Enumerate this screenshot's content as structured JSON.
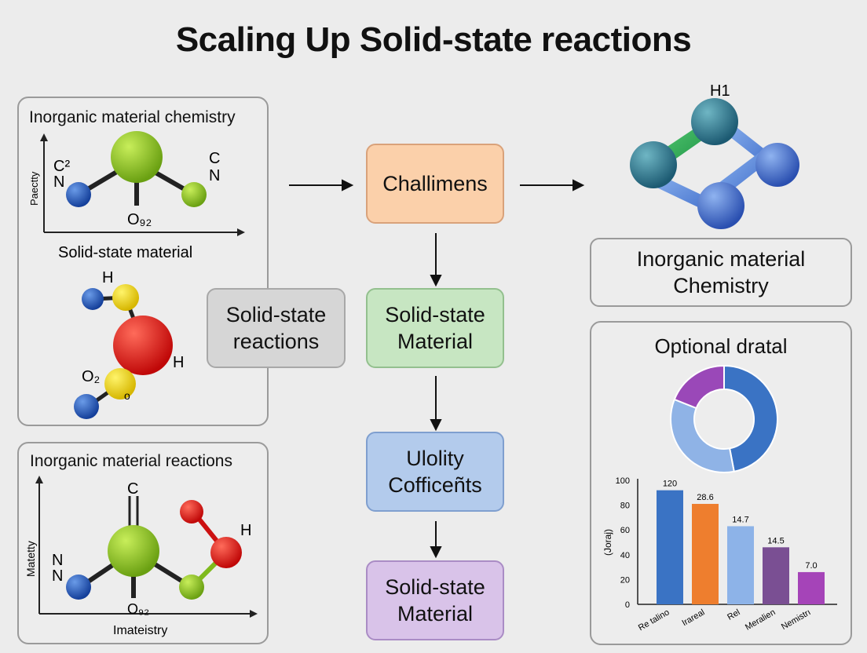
{
  "title": "Scaling Up Solid-state reactions",
  "left_top_panel": {
    "title": "Inorganic material chemistry",
    "axis_label": "Paectty",
    "labels": {
      "c2": "C²",
      "n_left": "N",
      "c_right": "C",
      "n_right": "N",
      "o": "O₉₂"
    },
    "subtitle": "Solid-state material",
    "molecule2_labels": {
      "h_top": "H",
      "h_right": "H",
      "o2": "O₂",
      "small_o": "o"
    }
  },
  "left_bottom_panel": {
    "title": "Inorganic material reactions",
    "y_axis_label": "Matetty",
    "x_axis_label": "Imateistry",
    "labels": {
      "c_top": "C",
      "n_left_top": "N",
      "n_left": "N",
      "o": "O₉₂",
      "h": "H"
    }
  },
  "gray_box": {
    "label": "Solid-state\nreactions",
    "color": "#d5d5d5"
  },
  "flow": [
    {
      "label": "Challimens",
      "color": "#fbd0aa",
      "border": "#d9a27a"
    },
    {
      "label": "Solid-state\nMaterial",
      "color": "#c7e6c2",
      "border": "#93c08e"
    },
    {
      "label": "Ulolity\nCofficeñts",
      "color": "#b3cbec",
      "border": "#7f9fcf"
    },
    {
      "label": "Solid-state\nMaterial",
      "color": "#d9c3e9",
      "border": "#aa8cc5"
    }
  ],
  "molecule_right": {
    "label": "H1"
  },
  "right_box": {
    "label": "Inorganic material\nChemistry"
  },
  "right_panel": {
    "title": "Optional dratal"
  },
  "chart_data": [
    {
      "type": "pie",
      "values": [
        47,
        34,
        19
      ],
      "colors": [
        "#3a73c4",
        "#3a73c4",
        "#9a48b8"
      ],
      "shades": [
        "#3a73c4",
        "#8fb3e6",
        "#9a48b8"
      ]
    },
    {
      "type": "bar",
      "categories": [
        "Re talino",
        "Irareal",
        "Rel",
        "Meralien",
        "Nemistrı"
      ],
      "values": [
        92,
        81,
        63,
        46,
        26
      ],
      "data_labels": [
        "120",
        "28.6",
        "14.7",
        "14.5",
        "7.0"
      ],
      "colors": [
        "#3a73c4",
        "#ee7e2e",
        "#8db3e8",
        "#7a4f93",
        "#a544b8"
      ],
      "ylabel": "(Joraj)",
      "yticks": [
        "0",
        "20",
        "40",
        "60",
        "80",
        "100"
      ],
      "ylim": [
        0,
        100
      ],
      "grid": false
    }
  ]
}
